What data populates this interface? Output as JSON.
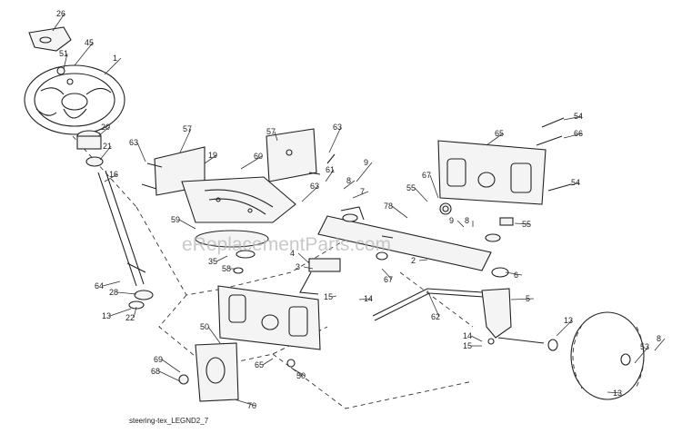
{
  "watermark": "eReplacementParts.com",
  "caption": "steering-tex_LEGND2_7",
  "callouts": [
    "26",
    "45",
    "51",
    "1",
    "20",
    "21",
    "16",
    "63",
    "57",
    "19",
    "60",
    "57",
    "63",
    "61",
    "9",
    "8",
    "7",
    "65",
    "54",
    "66",
    "67",
    "55",
    "78",
    "9",
    "8",
    "55",
    "54",
    "59",
    "63",
    "35",
    "58",
    "4",
    "3",
    "2",
    "6",
    "5",
    "64",
    "28",
    "13",
    "22",
    "15",
    "14",
    "67",
    "62",
    "14",
    "15",
    "13",
    "53",
    "8",
    "50",
    "65",
    "50",
    "69",
    "68",
    "70",
    "13"
  ]
}
